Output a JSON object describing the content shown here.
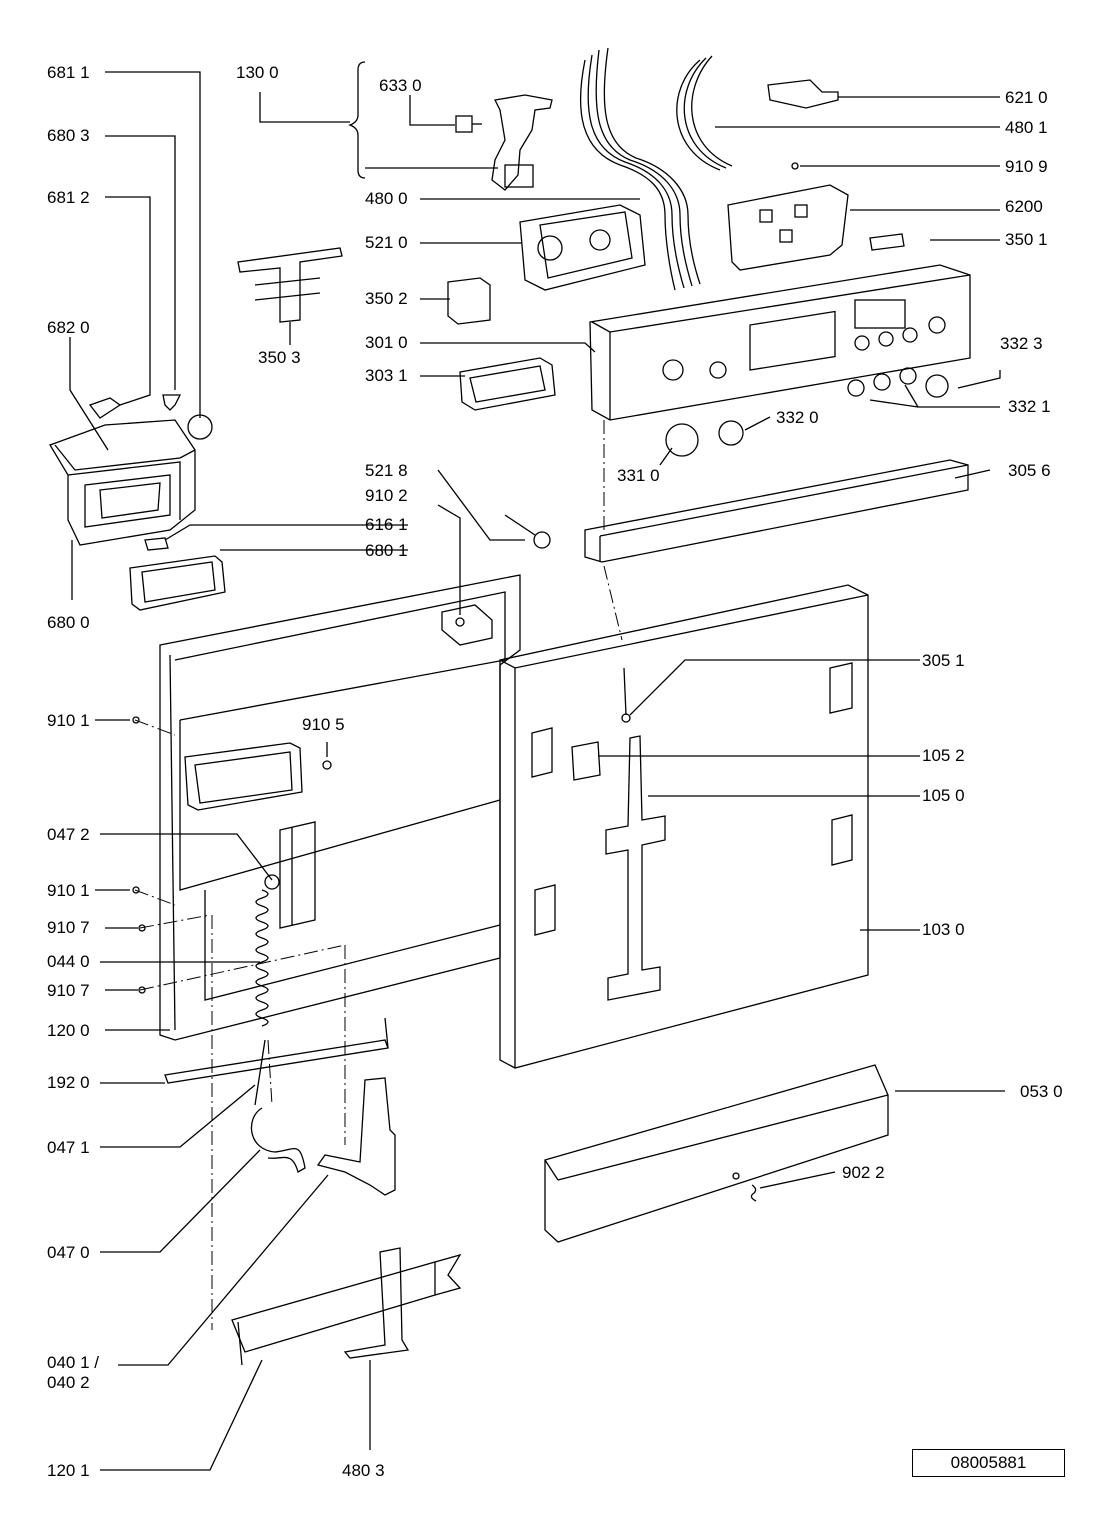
{
  "document_number": "08005881",
  "callouts": {
    "c6811": "681 1",
    "c1300": "130 0",
    "c6330": "633 0",
    "c6803": "680 3",
    "c6812": "681 2",
    "c4800": "480 0",
    "c5210": "521 0",
    "c3502": "350 2",
    "c3503": "350 3",
    "c3010": "301 0",
    "c3031": "303 1",
    "c6820": "682 0",
    "c6210": "621 0",
    "c4801": "480 1",
    "c9109": "910 9",
    "c6200": "6200",
    "c3501": "350 1",
    "c3323": "332 3",
    "c3321": "332 1",
    "c3320": "332 0",
    "c3310": "331 0",
    "c3056": "305 6",
    "c5218": "521 8",
    "c9102": "910 2",
    "c6161": "616 1",
    "c6801": "680 1",
    "c6800": "680 0",
    "c3051": "305 1",
    "c9101a": "910 1",
    "c9105": "910 5",
    "c1052": "105 2",
    "c1050": "105 0",
    "c0472": "047 2",
    "c9101b": "910 1",
    "c9107a": "910 7",
    "c0440": "044 0",
    "c9107b": "910 7",
    "c1030": "103 0",
    "c1200": "120 0",
    "c1920": "192 0",
    "c0530": "053 0",
    "c0471": "047 1",
    "c9022": "902 2",
    "c0470": "047 0",
    "c0401a": "040 1 /",
    "c0401b": "040 2",
    "c1201": "120 1",
    "c4803": "480 3"
  }
}
